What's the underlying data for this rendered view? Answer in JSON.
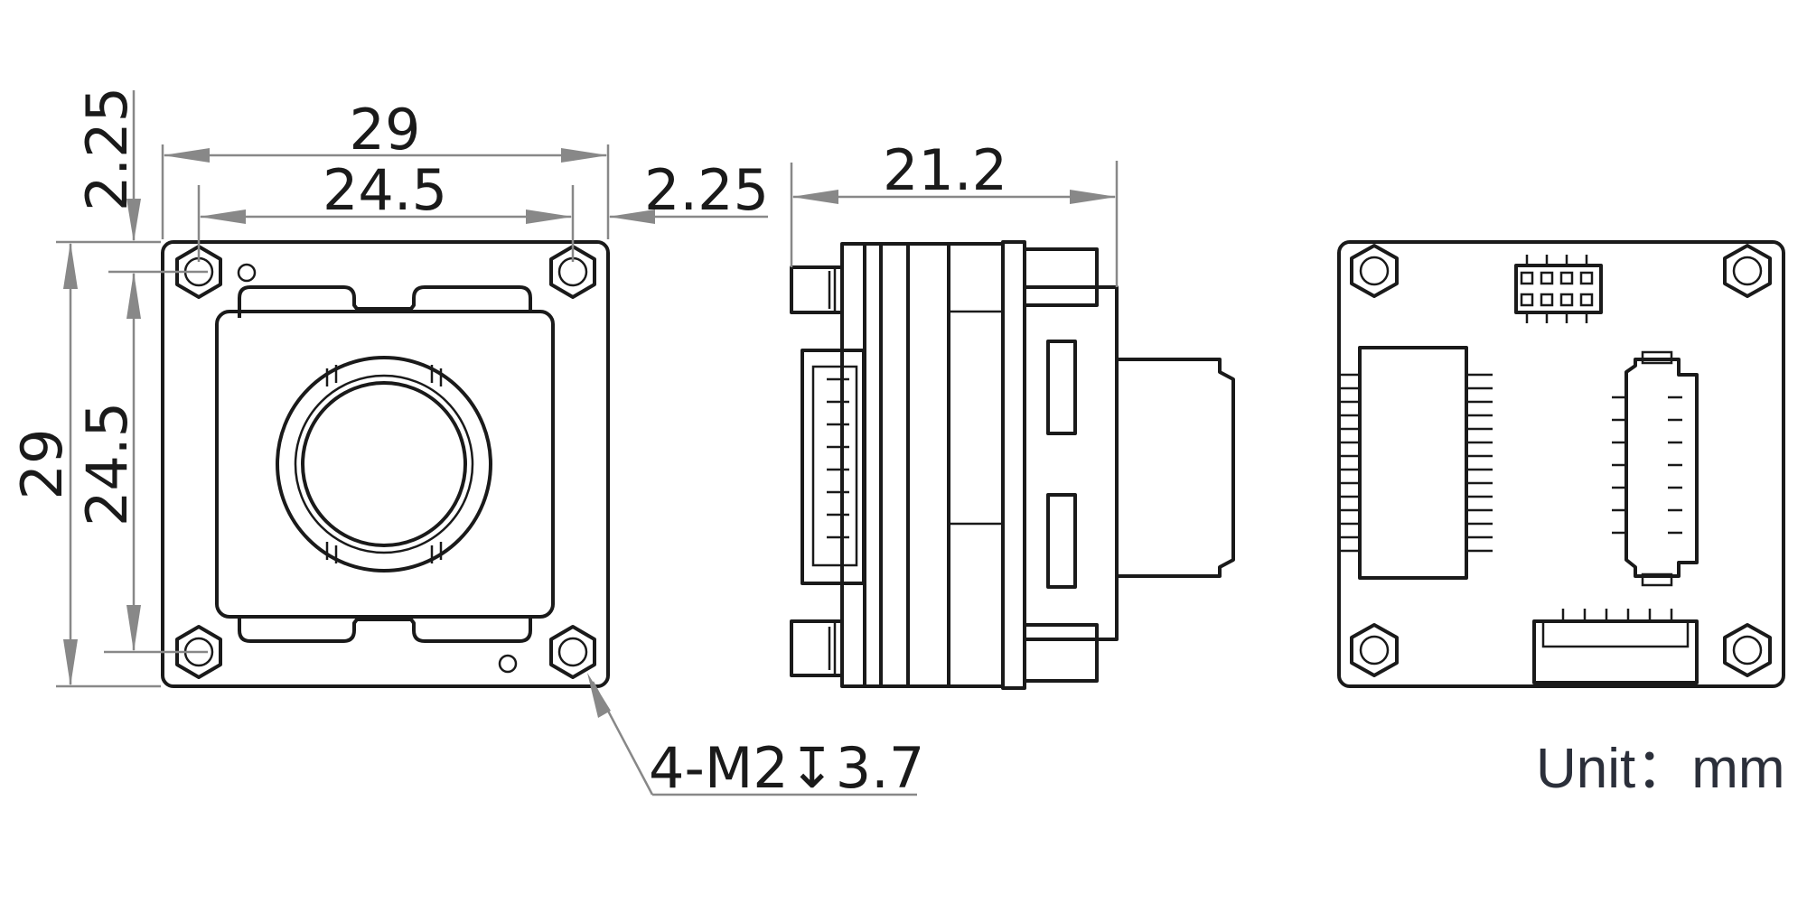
{
  "front_view": {
    "overall_width": "29",
    "hole_spacing_width": "24.5",
    "top_offset": "2.25",
    "right_offset": "2.25",
    "overall_height": "29",
    "hole_spacing_height": "24.5",
    "hole_callout": "4-M2↧3.7"
  },
  "side_view": {
    "depth": "21.2"
  },
  "back_view": {},
  "unit_label": "Unit：mm",
  "colors": {
    "line": "#1a1a1a",
    "dimension": "#888888",
    "background": "#ffffff"
  }
}
